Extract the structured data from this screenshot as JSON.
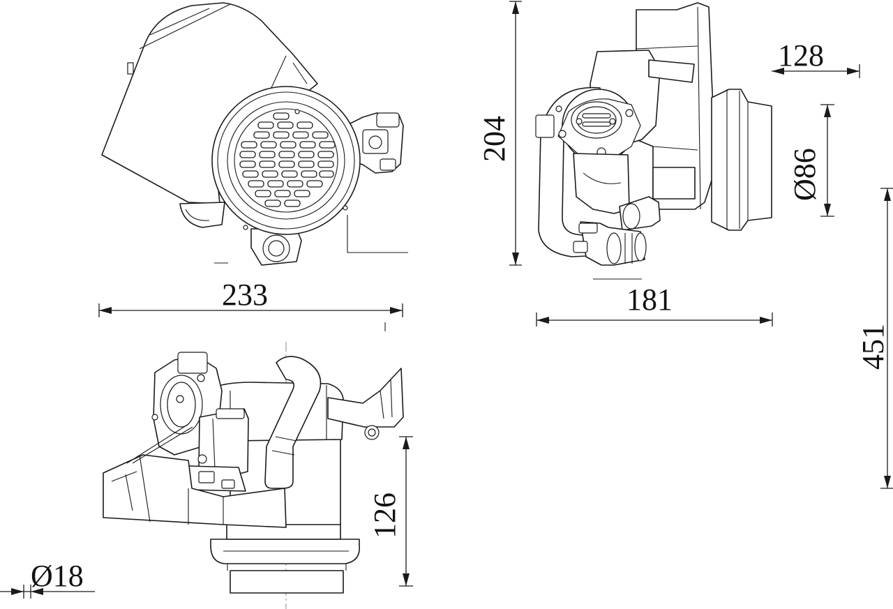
{
  "dimensions": {
    "d233": "233",
    "d204": "204",
    "d128": "128",
    "d86": "Ø86",
    "d181": "181",
    "d451": "451",
    "d126": "126",
    "d18": "Ø18"
  }
}
